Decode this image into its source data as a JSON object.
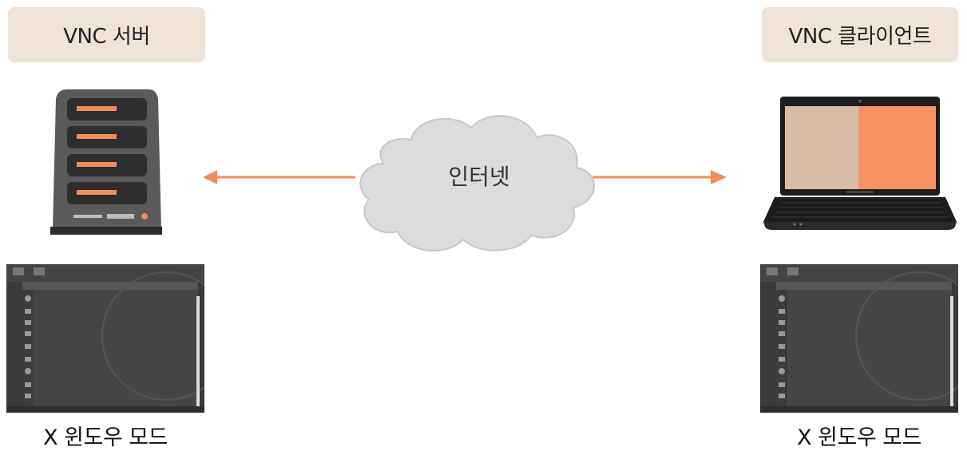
{
  "server": {
    "title": "VNC 서버",
    "caption": "X 윈도우 모드"
  },
  "client": {
    "title": "VNC 클라이언트",
    "caption": "X 윈도우 모드"
  },
  "network": {
    "label": "인터넷"
  },
  "colors": {
    "accent": "#f28c5a",
    "label_bg": "#f0e3d8",
    "cloud": "#dcdcdc",
    "server_body": "#555555"
  },
  "icons": [
    "server-icon",
    "cloud-icon",
    "laptop-icon",
    "double-arrow-icon",
    "desktop-screenshot"
  ]
}
